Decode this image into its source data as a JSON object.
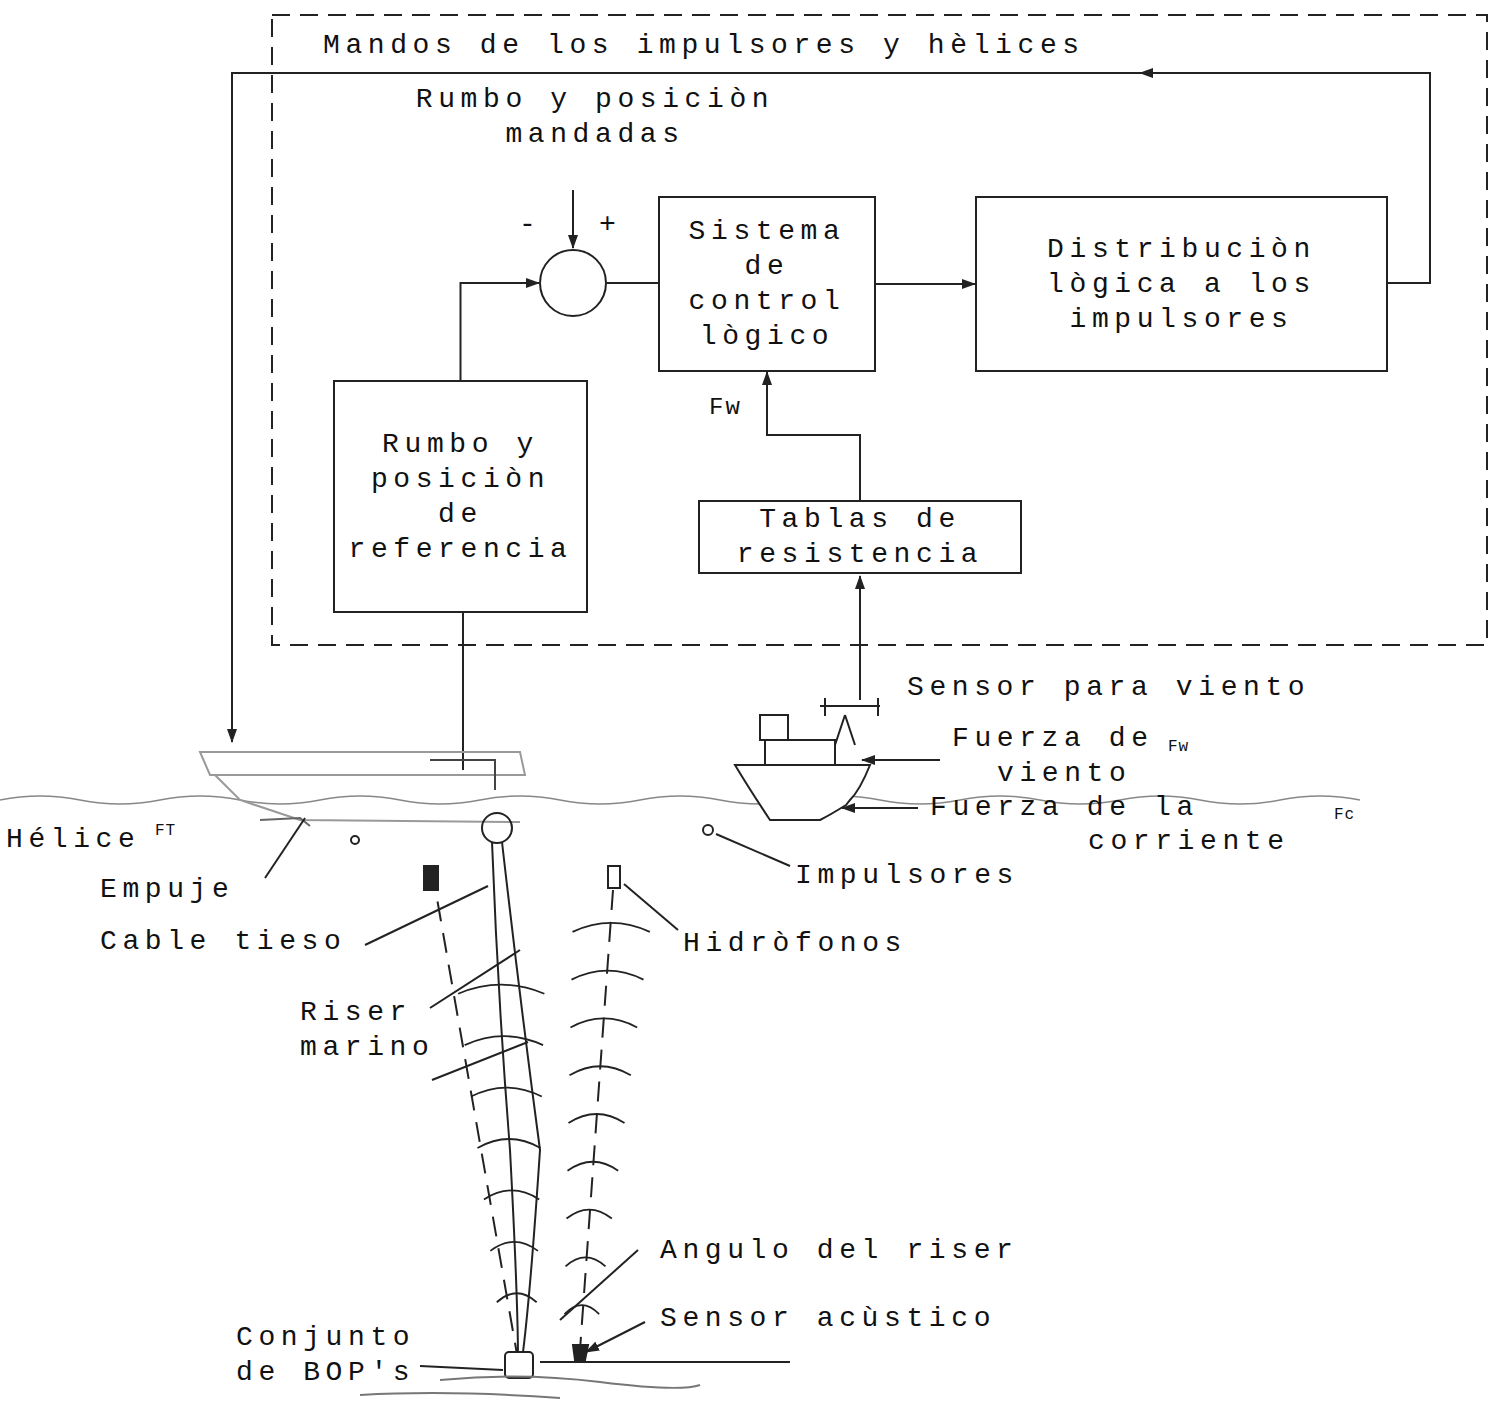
{
  "diagram": {
    "nodes": [
      {
        "text": [
          "-",
          "+"
        ]
      },
      {
        "text": [
          "Sistema de control lògico"
        ]
      },
      {
        "text": [
          "Distribuciòn lògica a los impulsores"
        ]
      },
      {
        "text": [
          "Rumbo y posiciòn de referencia"
        ]
      },
      {
        "text": [
          "Tablas de resistencia"
        ]
      }
    ],
    "edges": [
      {
        "from": 3,
        "to": 0,
        "arrow": "to"
      },
      {
        "from": 0,
        "to": 1,
        "arrow": "none"
      },
      {
        "from": 1,
        "to": 2,
        "arrow": "to"
      },
      {
        "from": 4,
        "to": 1,
        "arrow": "to",
        "label": "Fw"
      }
    ],
    "labels": [
      "Mandos de los impulsores y hèlices",
      "Rumbo y posiciòn mandadas",
      "Sensor para viento",
      "Fuerza de",
      "Fw",
      "viento",
      "Fuerza de la",
      "Fc",
      "corriente",
      "Impulsores",
      "Hidròfonos",
      "Hélice",
      "FT",
      "Empuje",
      "Cable tieso",
      "Riser marino",
      "Angulo del riser",
      "Sensor acùstico",
      "Conjunto de BOP's"
    ]
  }
}
